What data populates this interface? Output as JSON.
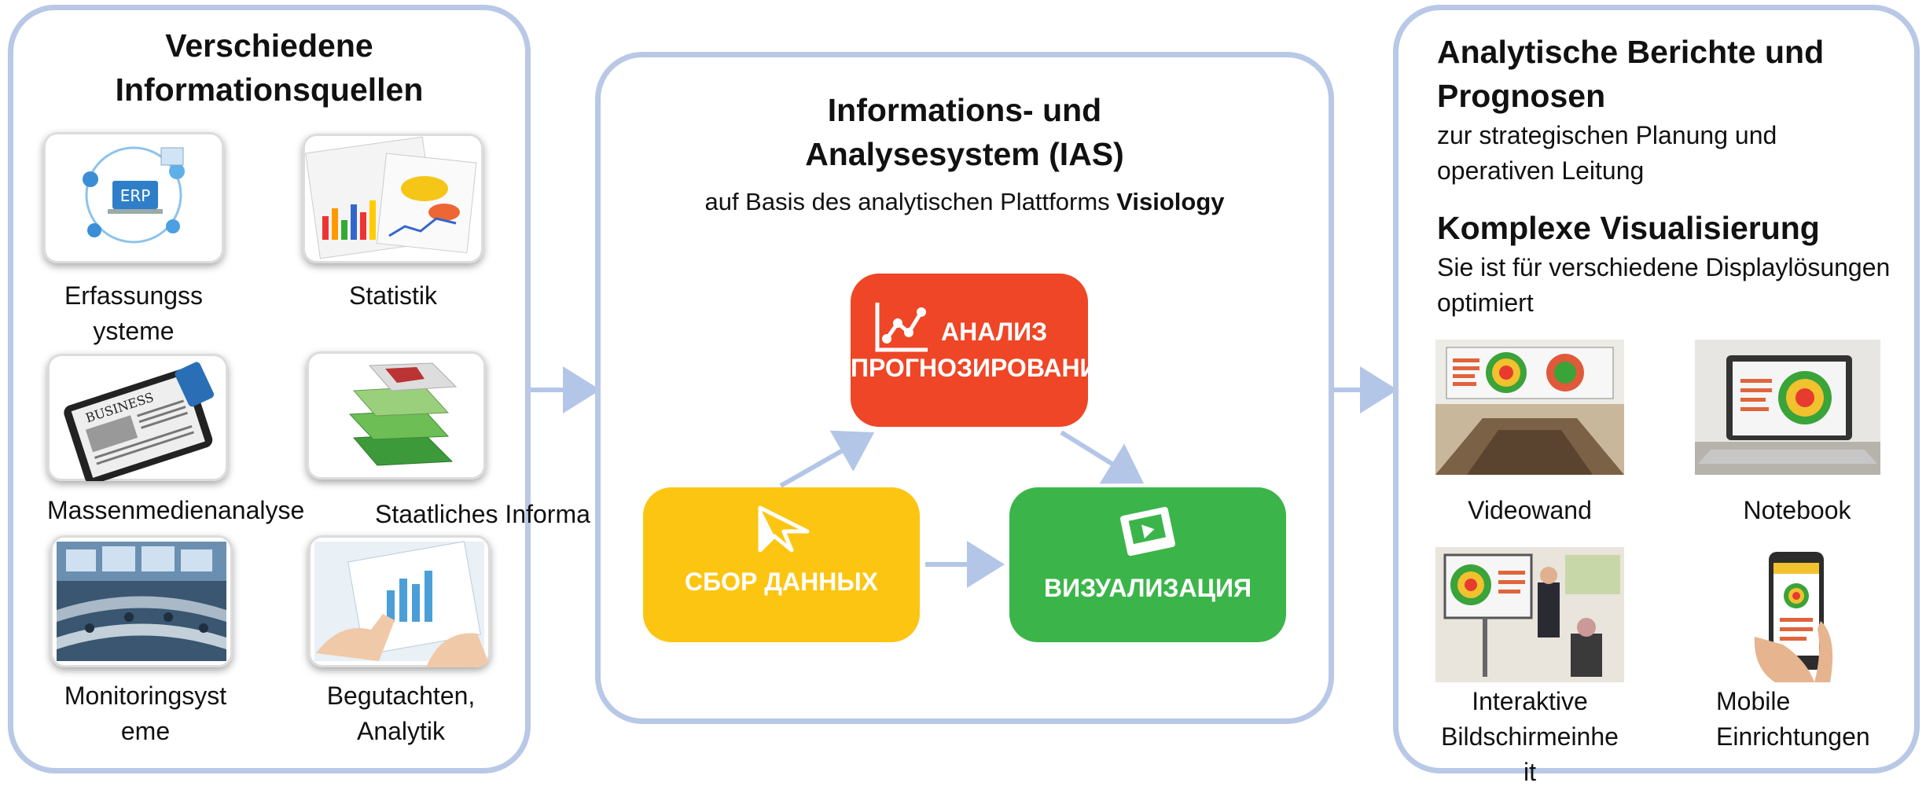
{
  "left": {
    "title": "Verschiedene\nInformationsquellen",
    "items": [
      {
        "label": "Erfassungss\nysteme",
        "icon": "erp-systems-icon"
      },
      {
        "label": "Statistik",
        "icon": "statistics-icon"
      },
      {
        "label": "Massenmedienanalyse",
        "icon": "tablet-news-icon"
      },
      {
        "label": "Staatliches Informa",
        "icon": "map-layers-icon"
      },
      {
        "label": "Monitoringsyst\neme",
        "icon": "control-room-icon"
      },
      {
        "label": "Begutachten,\nAnalytik",
        "icon": "analytics-report-icon"
      }
    ]
  },
  "center": {
    "title": "Informations- und\nAnalysesystem (IAS)",
    "subtitle_pre": "auf Basis des analytischen Plattforms ",
    "subtitle_brand": "Visiology",
    "boxes": {
      "analysis": {
        "line1": "АНАЛИЗ",
        "line2": "ПРОГНОЗИРОВАНИЕ",
        "color": "#ee4626"
      },
      "collect": {
        "label": "СБОР ДАННЫХ",
        "color": "#fcc512"
      },
      "visual": {
        "label": "ВИЗУАЛИЗАЦИЯ",
        "color": "#3bb54a"
      }
    },
    "arrow_color": "#b3c6e7"
  },
  "right": {
    "heading1": "Analytische Berichte und\nPrognosen",
    "text1": "zur strategischen Planung und\noperativen Leitung",
    "heading2": "Komplexe Visualisierung",
    "text2": "Sie ist für verschiedene Displaylösungen\noptimiert",
    "devices": [
      {
        "label": "Videowand",
        "icon": "video-wall-icon"
      },
      {
        "label": "Notebook",
        "icon": "notebook-icon"
      },
      {
        "label": "Interaktive\nBildschirmeinhe\nit",
        "icon": "interactive-screen-icon"
      },
      {
        "label": "Mobile\nEinrichtungen",
        "icon": "mobile-phone-icon"
      }
    ]
  },
  "colors": {
    "panel_border": "#b8c8e6",
    "connector": "#b3c6e7"
  }
}
